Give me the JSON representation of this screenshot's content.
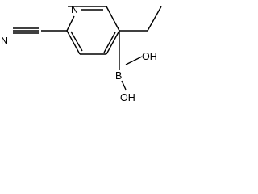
{
  "molecule": {
    "atoms": {
      "ring_nitrogen": "N",
      "nitrile_nitrogen": "N",
      "boron": "B",
      "hydroxyl_top": "OH",
      "hydroxyl_bottom": "OH"
    }
  }
}
